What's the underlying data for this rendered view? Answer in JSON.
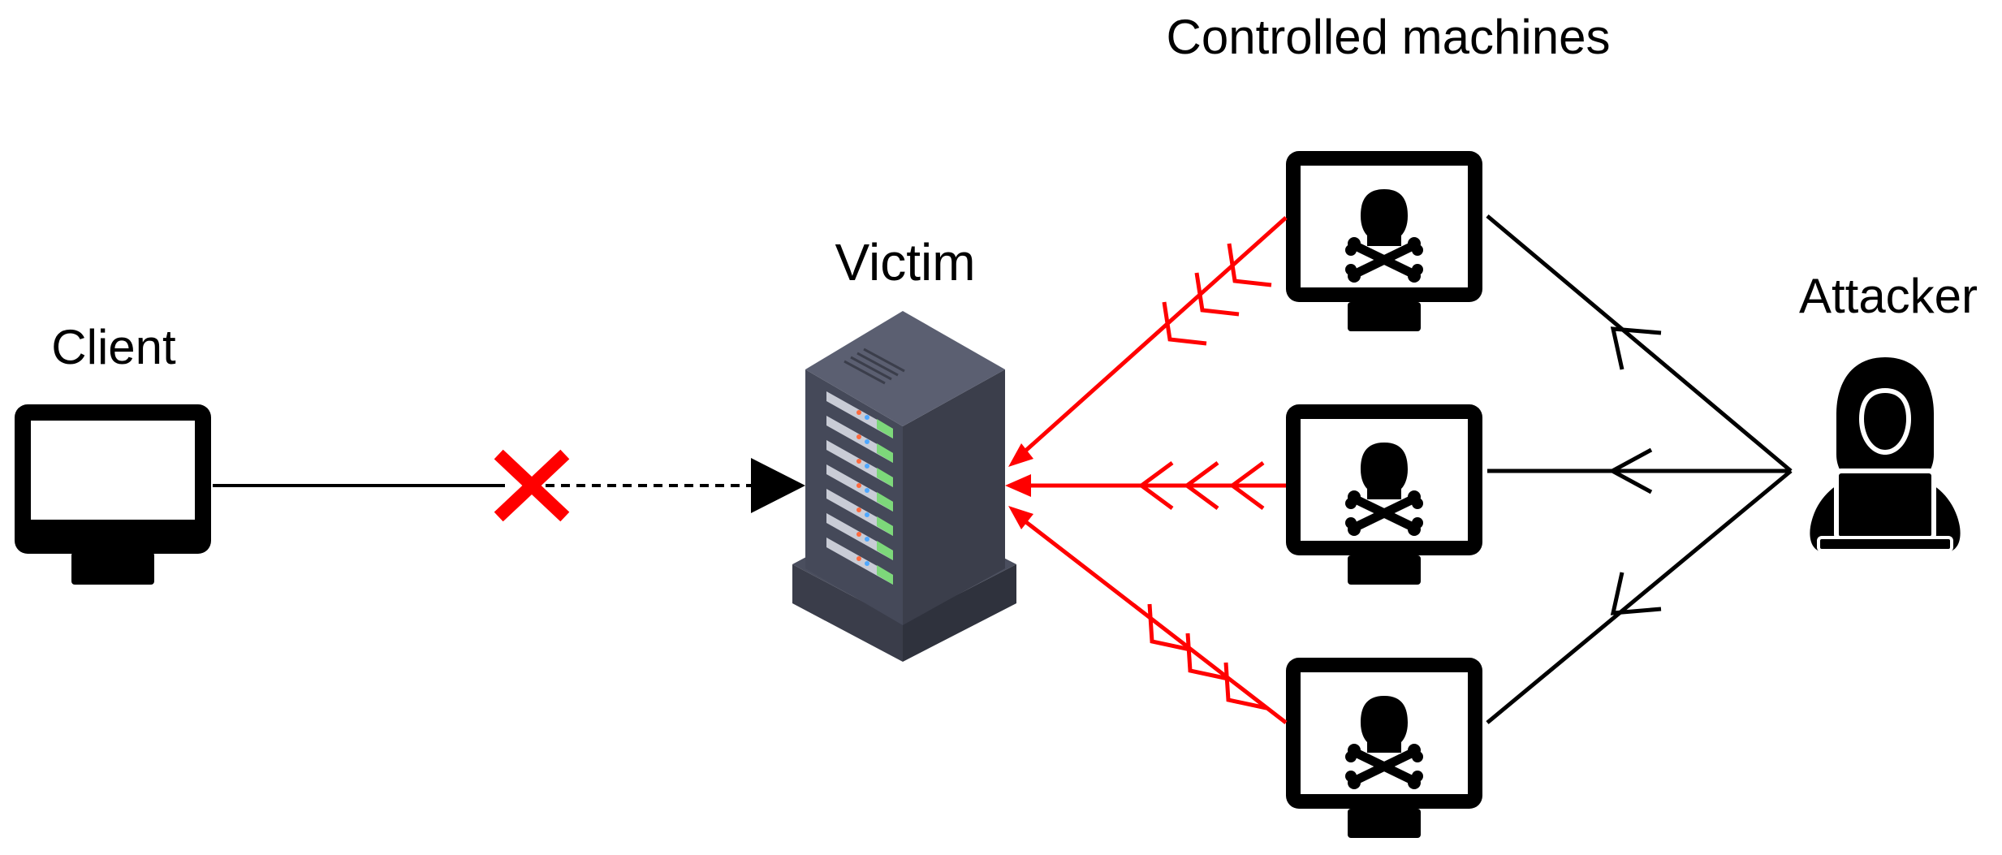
{
  "labels": {
    "client": "Client",
    "victim": "Victim",
    "controlled": "Controlled machines",
    "attacker": "Attacker"
  },
  "colors": {
    "attack": "#ff0000",
    "line": "#000000",
    "server_dark": "#3f4352",
    "server_mid": "#4d5161",
    "server_top": "#5c6072",
    "led_green": "#7dd87a"
  },
  "icons": {
    "client": "monitor-icon",
    "victim": "server-rack-icon",
    "controlled": "skull-monitor-icon",
    "attacker": "hooded-hacker-icon",
    "blocked": "red-x-icon"
  }
}
